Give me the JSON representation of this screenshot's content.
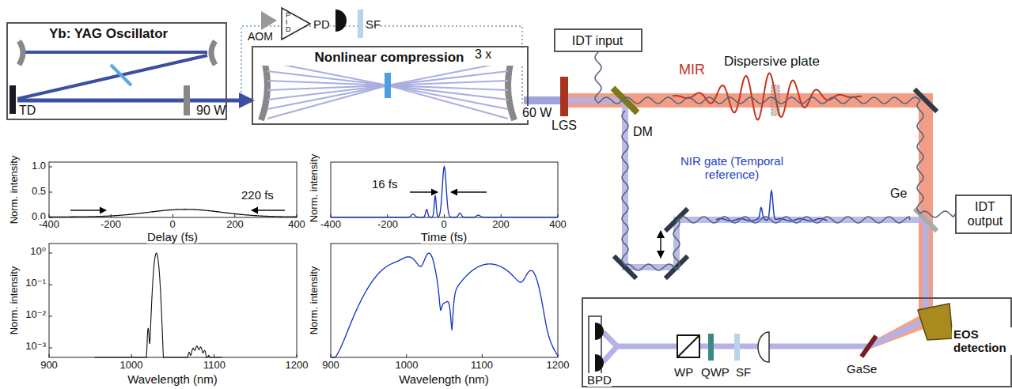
{
  "diagram": {
    "nodes": [
      {
        "text": [
          "Yb: YAG Oscillator"
        ]
      },
      {
        "text": [
          "Nonlinear compression"
        ]
      },
      {
        "text": [
          "IDT input"
        ]
      },
      {
        "text": [
          "IDT output"
        ]
      },
      {
        "text": [
          "EOS detection"
        ]
      }
    ],
    "edges": [
      {
        "from": 0,
        "to": 1,
        "arrow": "to",
        "label": "90 W"
      },
      {
        "from": 2,
        "to": 3,
        "arrow": "none"
      }
    ],
    "labels": [
      "TD",
      "AOM",
      "P I D",
      "PD",
      "SF",
      "3 x",
      "60 W",
      "LGS",
      "DM",
      "MIR",
      "Dispersive plate",
      "NIR gate (Temporal reference)",
      "Ge",
      "BPD",
      "WP",
      "QWP",
      "SF",
      "GaSe",
      "1.0",
      "0.5",
      "0.0",
      "-400",
      "-200",
      "0",
      "200",
      "400",
      "Delay (fs)",
      "220 fs",
      "-400",
      "-200",
      "0",
      "200",
      "400",
      "Time (fs)",
      "16 fs",
      "10⁰",
      "10⁻¹",
      "10⁻²",
      "10⁻³",
      "900",
      "1000",
      "1100",
      "1200",
      "Wavelength (nm)",
      "900",
      "1000",
      "1100",
      "1200",
      "Wavelength (nm)",
      "Norm. intensity",
      "Norm. intensity",
      "Norm. intensity",
      "Norm. intensity"
    ]
  }
}
